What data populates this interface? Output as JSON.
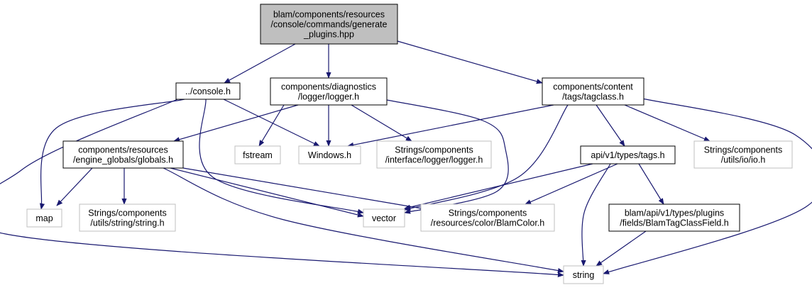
{
  "colors": {
    "edge": "#191970",
    "root_fill": "#bfbfbf",
    "documented_border": "#000000",
    "undocumented_border": "#bfbfbf"
  },
  "nodes": {
    "generate_plugins": {
      "lines": [
        "blam/components/resources",
        "/console/commands/generate",
        "_plugins.hpp"
      ],
      "kind": "root"
    },
    "console_h": {
      "lines": [
        "../console.h"
      ],
      "kind": "documented"
    },
    "logger_h": {
      "lines": [
        "components/diagnostics",
        "/logger/logger.h"
      ],
      "kind": "documented"
    },
    "tagclass_h": {
      "lines": [
        "components/content",
        "/tags/tagclass.h"
      ],
      "kind": "documented"
    },
    "globals_h": {
      "lines": [
        "components/resources",
        "/engine_globals/globals.h"
      ],
      "kind": "documented"
    },
    "fstream": {
      "lines": [
        "fstream"
      ],
      "kind": "undocumented"
    },
    "windows_h": {
      "lines": [
        "Windows.h"
      ],
      "kind": "undocumented"
    },
    "strings_logger_h": {
      "lines": [
        "Strings/components",
        "/interface/logger/logger.h"
      ],
      "kind": "undocumented"
    },
    "tags_h": {
      "lines": [
        "api/v1/types/tags.h"
      ],
      "kind": "documented"
    },
    "strings_io_h": {
      "lines": [
        "Strings/components",
        "/utils/io/io.h"
      ],
      "kind": "undocumented"
    },
    "map": {
      "lines": [
        "map"
      ],
      "kind": "undocumented"
    },
    "strings_string_h": {
      "lines": [
        "Strings/components",
        "/utils/string/string.h"
      ],
      "kind": "undocumented"
    },
    "vector": {
      "lines": [
        "vector"
      ],
      "kind": "undocumented"
    },
    "strings_blamcolor_h": {
      "lines": [
        "Strings/components",
        "/resources/color/BlamColor.h"
      ],
      "kind": "undocumented"
    },
    "blamtagclassfield_h": {
      "lines": [
        "blam/api/v1/types/plugins",
        "/fields/BlamTagClassField.h"
      ],
      "kind": "documented"
    },
    "string": {
      "lines": [
        "string"
      ],
      "kind": "undocumented"
    }
  }
}
